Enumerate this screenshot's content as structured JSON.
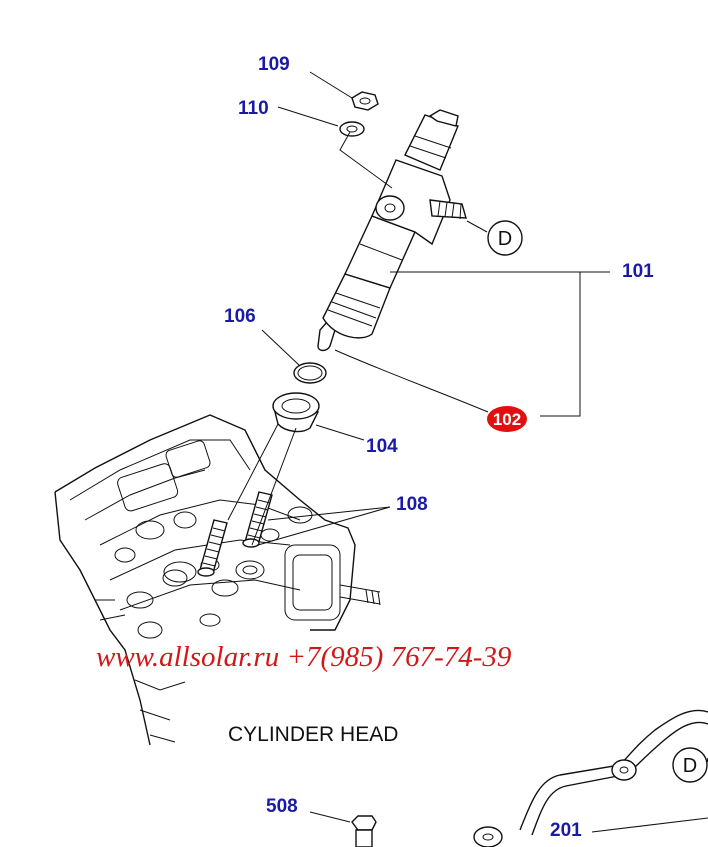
{
  "callouts": {
    "c109": "109",
    "c110": "110",
    "c101": "101",
    "c106": "106",
    "c102": "102",
    "c104": "104",
    "c108": "108",
    "c508": "508",
    "c201": "201"
  },
  "reference_letters": {
    "injector_connection": "D",
    "pipe_connection": "D"
  },
  "caption": "CYLINDER HEAD",
  "watermark": "www.allsolar.ru +7(985) 767-74-39",
  "colors": {
    "callout": "#1a1aa6",
    "highlight": "#e01010",
    "watermark": "#d01818",
    "line": "#111111"
  }
}
